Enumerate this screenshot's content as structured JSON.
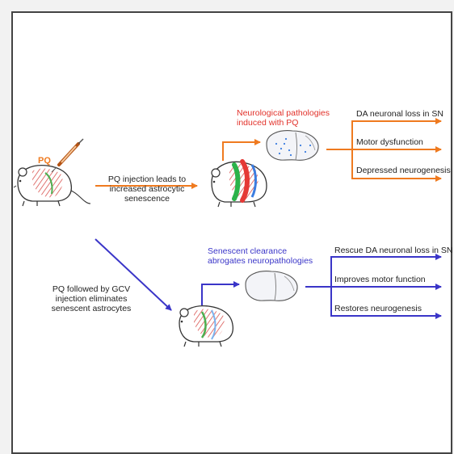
{
  "top_branch": {
    "pq_label": "PQ",
    "injection_text": [
      "PQ injection leads to",
      "increased astrocytic",
      "senescence"
    ],
    "pathology_title": [
      "Neurological pathologies",
      "induced with PQ"
    ],
    "outcomes": [
      "DA neuronal loss in SN",
      "Motor dysfunction",
      "Depressed neurogenesis"
    ]
  },
  "bottom_branch": {
    "gcv_text": [
      "PQ followed by GCV",
      "injection eliminates",
      "senescent astrocytes"
    ],
    "clearance_title": [
      "Senescent clearance",
      "abrogates neuropathologies"
    ],
    "outcomes": [
      "Rescue DA neuronal loss in SN",
      "Improves motor function",
      "Restores neurogenesis"
    ]
  },
  "colors": {
    "orange_arrow": "#ef7a1f",
    "blue_arrow": "#3a35c8",
    "red_text": "#e2312a",
    "blue_text": "#3a35c8"
  }
}
